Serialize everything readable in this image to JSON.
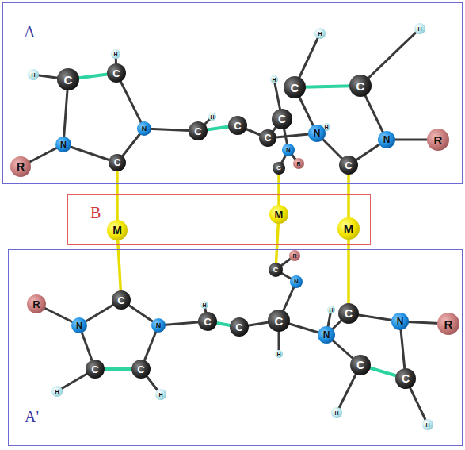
{
  "diagram": {
    "nodes": [
      {
        "text": [
          "A"
        ]
      },
      {
        "text": [
          "B"
        ]
      },
      {
        "text": [
          "A'"
        ]
      }
    ],
    "labels": [
      "R",
      "N",
      "C",
      "C",
      "H",
      "H",
      "N",
      "C",
      "C",
      "H",
      "C",
      "C",
      "C",
      "H",
      "N",
      "R",
      "C",
      "H",
      "N",
      "C",
      "C",
      "H",
      "H",
      "N",
      "R",
      "C",
      "M",
      "M",
      "M",
      "C",
      "R",
      "N",
      "N",
      "C",
      "C",
      "H",
      "H",
      "C",
      "H",
      "C",
      "C",
      "H",
      "C",
      "R",
      "N",
      "H",
      "N",
      "C",
      "N",
      "R",
      "C",
      "C",
      "H",
      "H"
    ]
  }
}
